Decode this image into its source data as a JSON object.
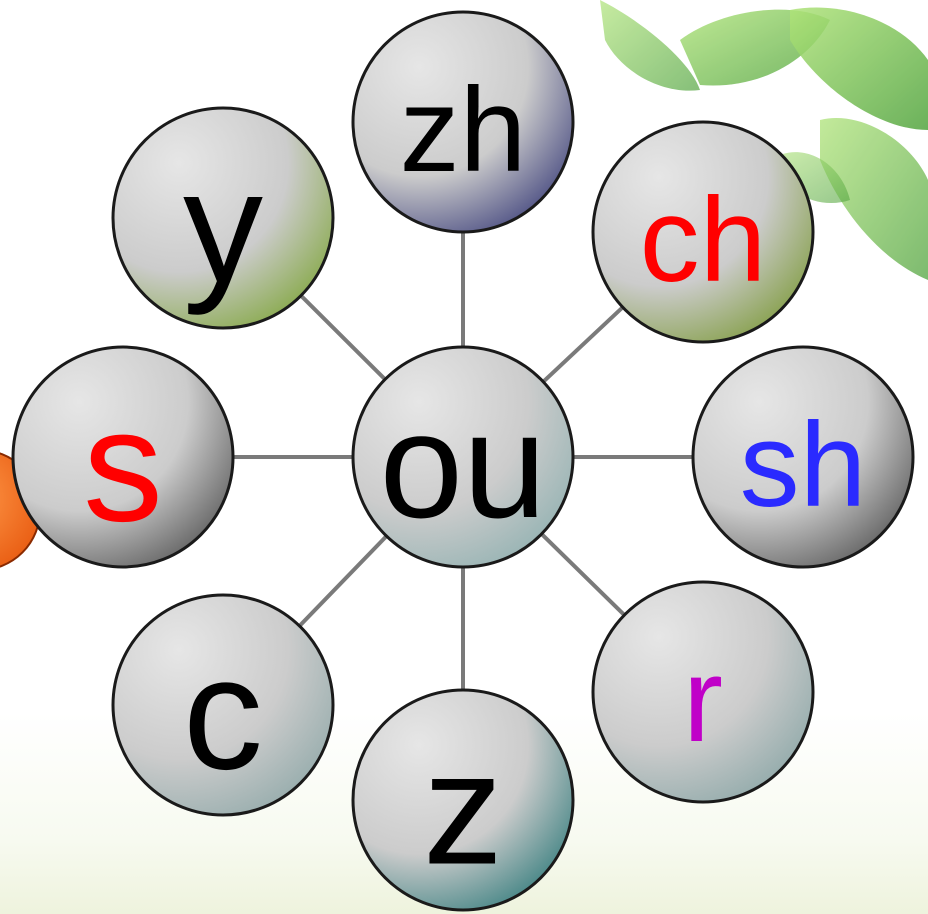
{
  "diagram": {
    "center": {
      "label": "ou",
      "color": "#000000"
    },
    "spokes": [
      {
        "id": "zh",
        "label": "zh",
        "color": "#000000",
        "tint": "#3c3f7a"
      },
      {
        "id": "ch",
        "label": "ch",
        "color": "#ff0000",
        "tint": "#7d9a3a"
      },
      {
        "id": "sh",
        "label": "sh",
        "color": "#2a2aff",
        "tint": "#555555"
      },
      {
        "id": "r",
        "label": "r",
        "color": "#c000c8",
        "tint": "#8aa6a6"
      },
      {
        "id": "z",
        "label": "z",
        "color": "#000000",
        "tint": "#2f7a7a"
      },
      {
        "id": "c",
        "label": "c",
        "color": "#000000",
        "tint": "#8fa8a8"
      },
      {
        "id": "s",
        "label": "s",
        "color": "#ff0000",
        "tint": "#555555"
      },
      {
        "id": "y",
        "label": "y",
        "color": "#000000",
        "tint": "#7fa53a"
      }
    ]
  },
  "colors": {
    "bubble_base": "#d2d2d2",
    "connector": "#7a7a7a",
    "leaf": "#6cbf3a",
    "orange_button": "#f06a1a"
  },
  "icons": {
    "leaves": "leaves-decoration",
    "orange": "orange-circle"
  }
}
